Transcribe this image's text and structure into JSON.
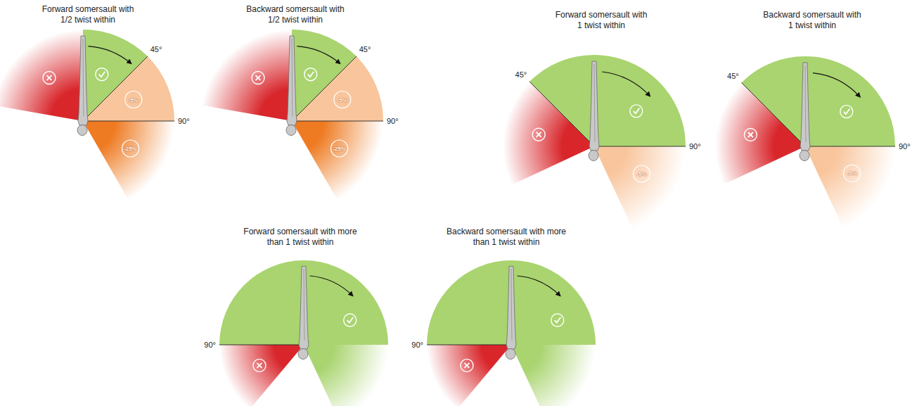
{
  "diagram": {
    "labels": [
      "Forward somersault with 1/2 twist within",
      "45°",
      "-5%",
      "90°",
      "-25%",
      "Backward somersault with 1/2 twist within",
      "45°",
      "-5%",
      "90°",
      "-25%",
      "Forward somersault with 1 twist within",
      "45°",
      "90°",
      "-5%",
      "Backward somersault with 1 twist within",
      "45°",
      "90°",
      "-5%",
      "Forward somersault with more than 1 twist within",
      "90°",
      "Backward somersault with more than 1 twist within",
      "90°"
    ]
  }
}
